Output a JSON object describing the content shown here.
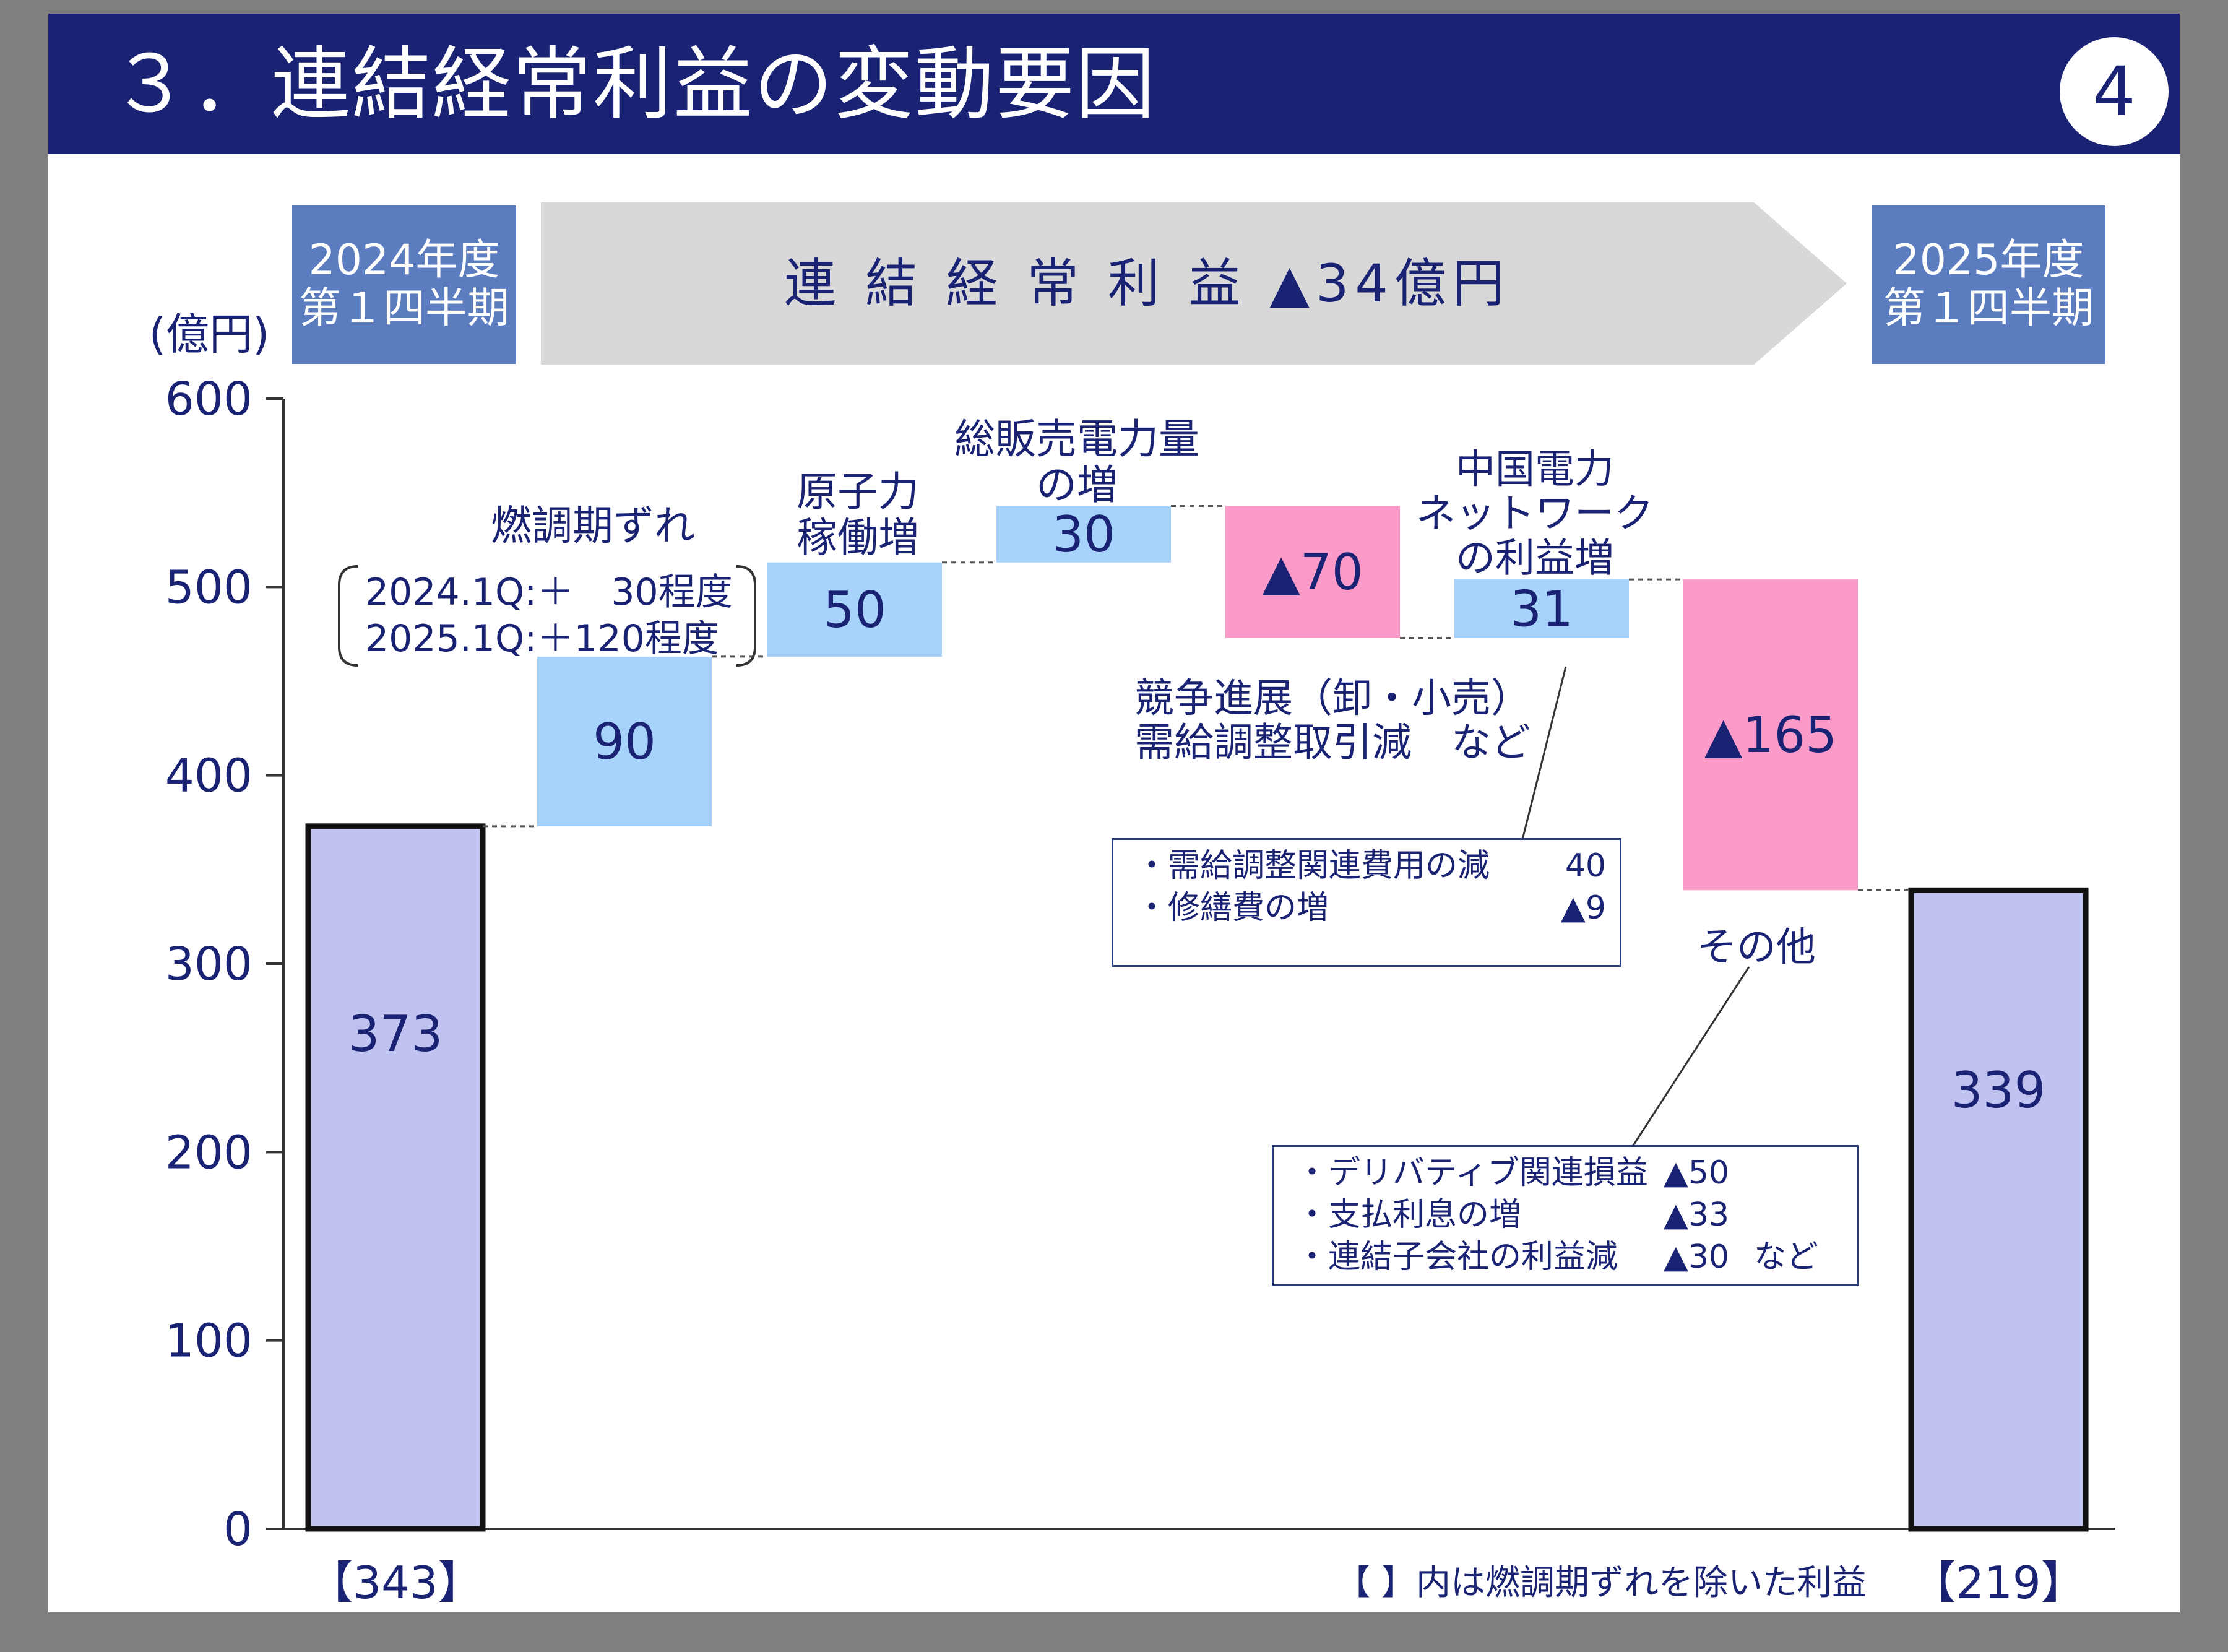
{
  "header": {
    "title": "３．連結経常利益の変動要因",
    "page_number": "4"
  },
  "periods": {
    "start": {
      "line1": "2024年度",
      "line2": "第１四半期"
    },
    "end": {
      "line1": "2025年度",
      "line2": "第１四半期"
    }
  },
  "banner": {
    "text": "連 結 経 常 利 益 ▲34億円"
  },
  "chart_data": {
    "type": "bar",
    "subtype": "waterfall",
    "unit_label": "(億円)",
    "ylim": [
      0,
      600
    ],
    "yticks": [
      "0",
      "100",
      "200",
      "300",
      "400",
      "500",
      "600"
    ],
    "steps": [
      {
        "kind": "total",
        "value": 373,
        "label": "373",
        "bracket": "【343】",
        "color": "#c0c3f0"
      },
      {
        "kind": "increase",
        "value": 90,
        "label": "90",
        "color": "#a7d2fb",
        "caption": "燃調期ずれ"
      },
      {
        "kind": "increase",
        "value": 50,
        "label": "50",
        "color": "#a7d2fb",
        "caption": "原子力\n稼働増"
      },
      {
        "kind": "increase",
        "value": 30,
        "label": "30",
        "color": "#a7d2fb",
        "caption": "総販売電力量\nの増"
      },
      {
        "kind": "decrease",
        "value": -70,
        "label": "▲70",
        "color": "#fa9ac8",
        "caption": "競争進展（卸・小売）\n需給調整取引減　など"
      },
      {
        "kind": "increase",
        "value": 31,
        "label": "31",
        "color": "#a7d2fb",
        "caption": "中国電力\nネットワーク\nの利益増"
      },
      {
        "kind": "decrease",
        "value": -165,
        "label": "▲165",
        "color": "#fa9ac8",
        "caption": "その他"
      },
      {
        "kind": "total",
        "value": 339,
        "label": "339",
        "bracket": "【219】",
        "color": "#c0c3f0"
      }
    ],
    "annotations": {
      "fuel_note_1": "2024.1Q:＋　30程度",
      "fuel_note_2": "2025.1Q:＋120程度",
      "footnote": "【 】内は燃調期ずれを除いた利益"
    }
  },
  "notes": {
    "network": [
      {
        "label": "・需給調整関連費用の減",
        "value": "40",
        "suffix": ""
      },
      {
        "label": "・修繕費の増",
        "value": "▲9",
        "suffix": ""
      }
    ],
    "other": [
      {
        "label": "・デリバティブ関連損益",
        "value": "▲50",
        "suffix": ""
      },
      {
        "label": "・支払利息の増",
        "value": "▲33",
        "suffix": ""
      },
      {
        "label": "・連結子会社の利益減",
        "value": "▲30",
        "suffix": "など"
      }
    ]
  }
}
